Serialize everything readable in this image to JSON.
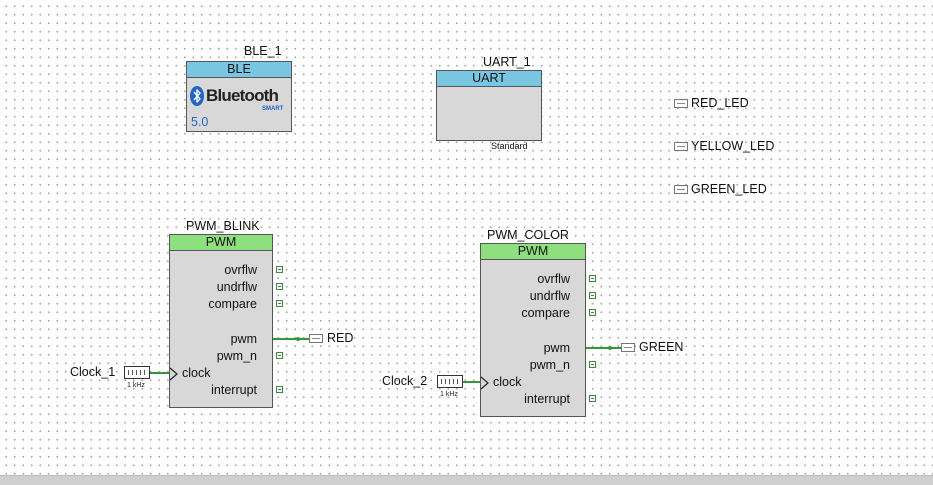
{
  "ble": {
    "instance": "BLE_1",
    "type": "BLE",
    "logo_text": "Bluetooth",
    "logo_sub": "SMART",
    "version": "5.0"
  },
  "uart": {
    "instance": "UART_1",
    "type": "UART",
    "mode": "Standard"
  },
  "ports": [
    {
      "label": "RED_LED"
    },
    {
      "label": "YELLOW_LED"
    },
    {
      "label": "GREEN_LED"
    }
  ],
  "pwm_blink": {
    "instance": "PWM_BLINK",
    "type": "PWM",
    "pins": [
      "ovrflw",
      "undrflw",
      "compare",
      "pwm",
      "pwm_n",
      "clock",
      "interrupt"
    ],
    "output_label": "RED",
    "clock_name": "Clock_1",
    "clock_freq": "1 kHz"
  },
  "pwm_color": {
    "instance": "PWM_COLOR",
    "type": "PWM",
    "pins": [
      "ovrflw",
      "undrflw",
      "compare",
      "pwm",
      "pwm_n",
      "clock",
      "interrupt"
    ],
    "output_label": "GREEN",
    "clock_name": "Clock_2",
    "clock_freq": "1 kHz"
  },
  "colors": {
    "wire": "#2e9a3a",
    "header_blue": "#79c6e3",
    "header_green": "#8ee07f",
    "body": "#d8d8d8",
    "bluetooth_blue": "#1e66c8"
  }
}
